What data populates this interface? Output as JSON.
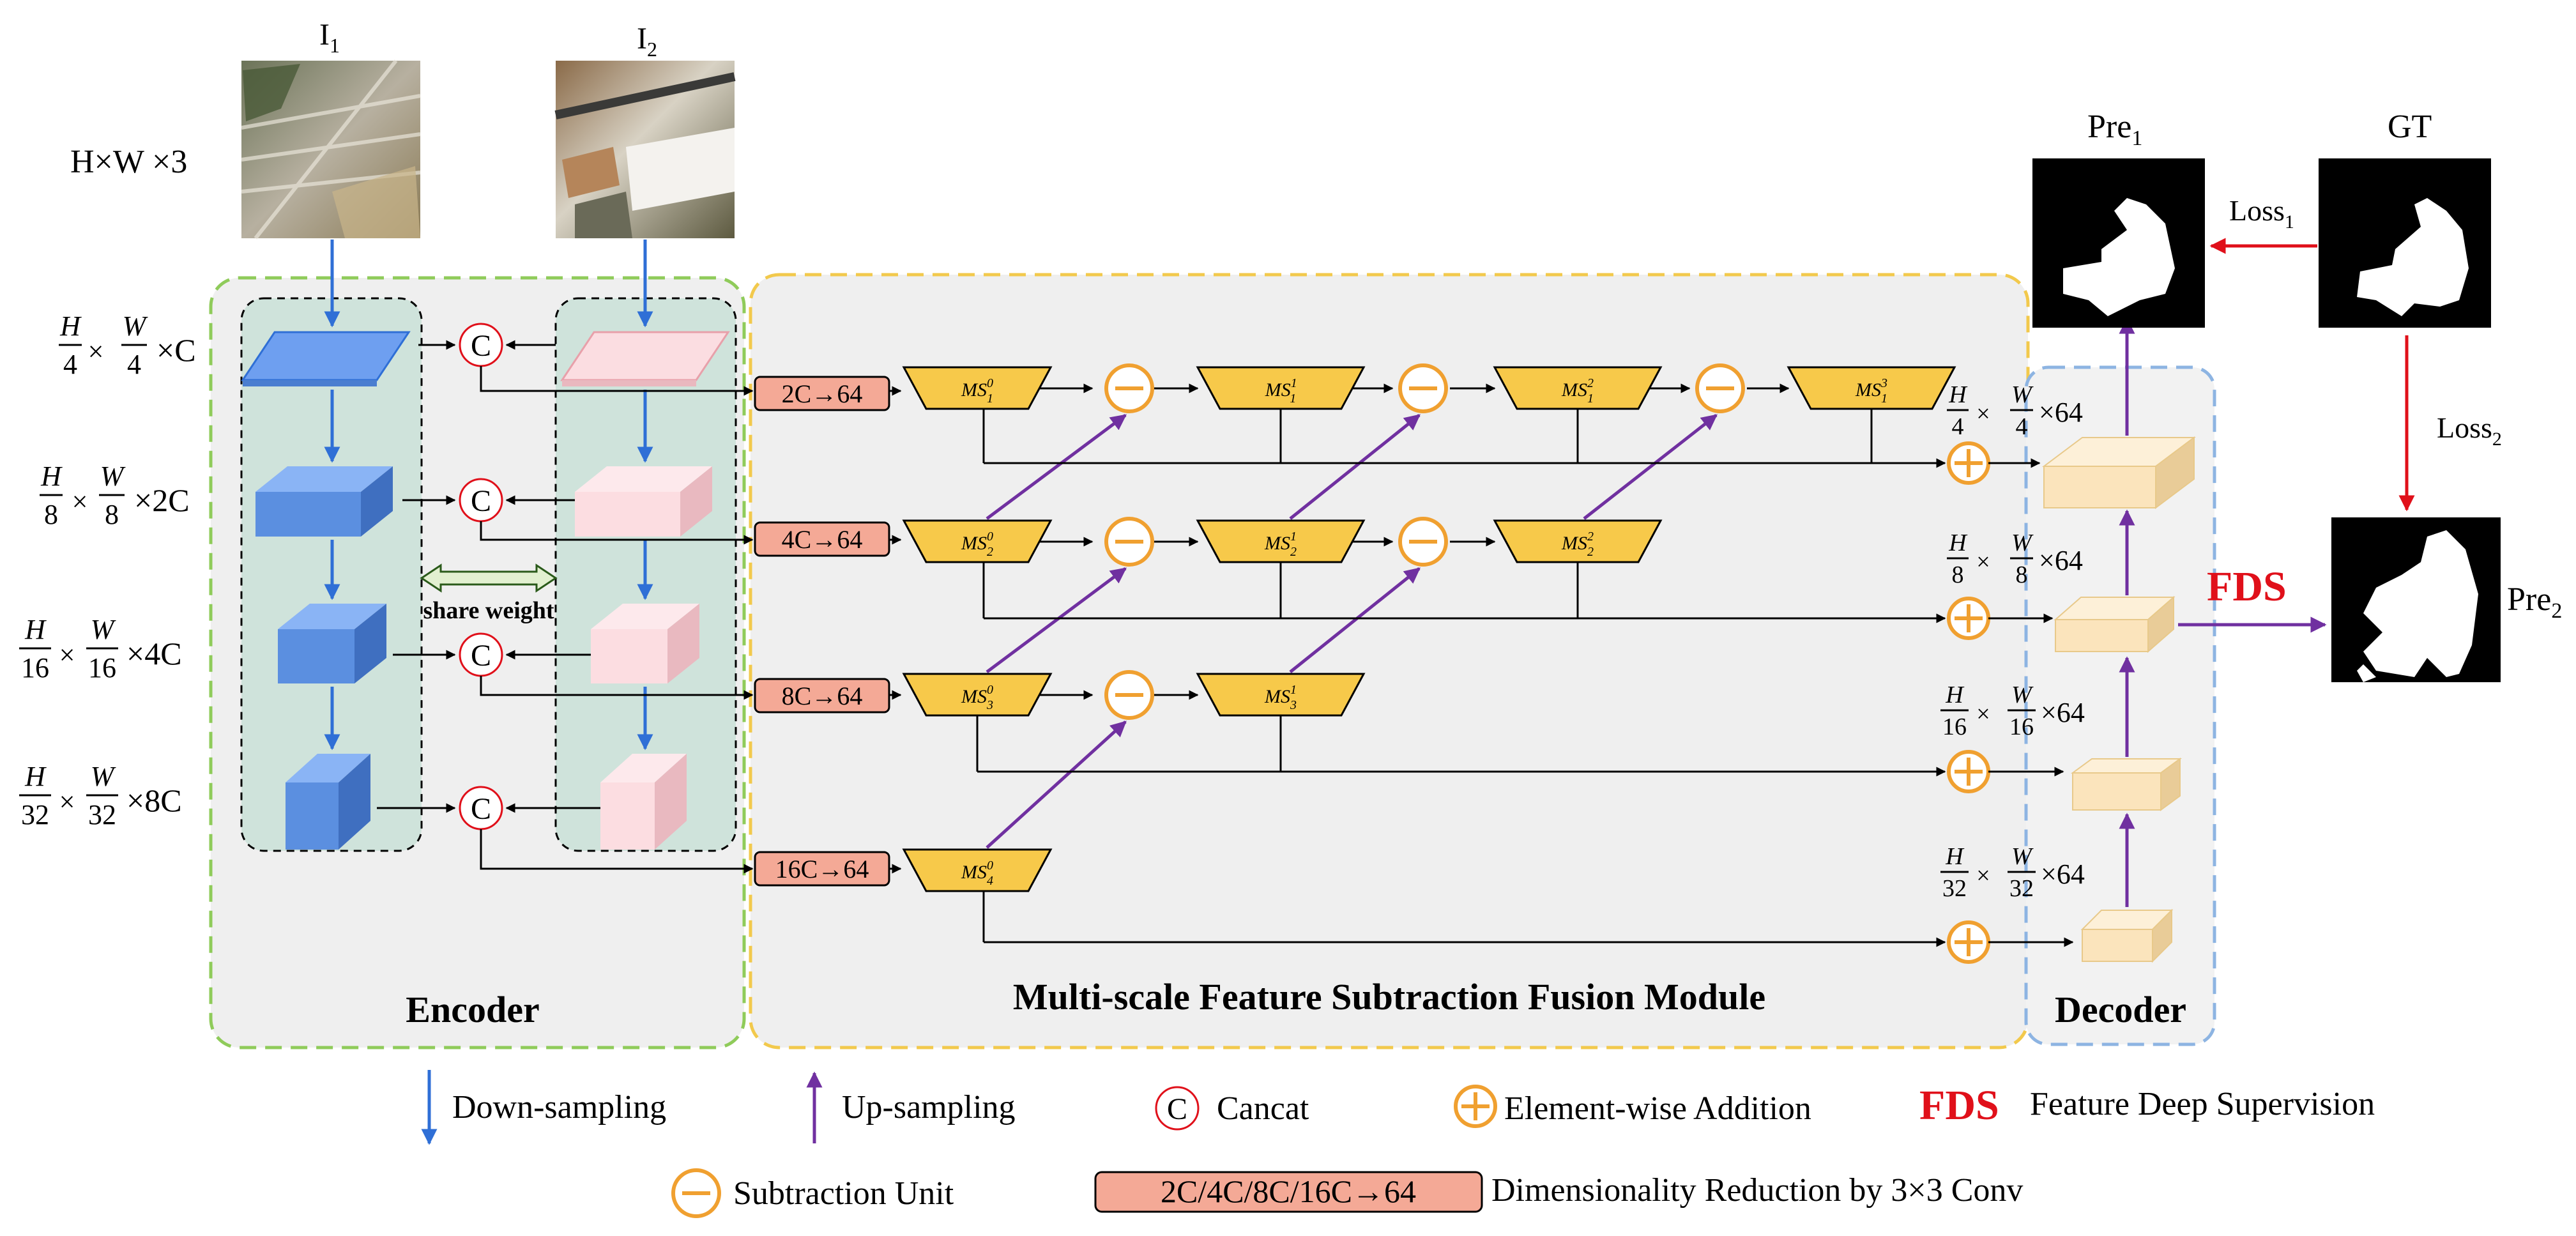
{
  "inputs": {
    "i1": {
      "base": "I",
      "sub": "1"
    },
    "i2": {
      "base": "I",
      "sub": "2"
    },
    "input_shape": "H×W ×3"
  },
  "scales": [
    {
      "num": "H",
      "den": "4",
      "num2": "W",
      "den2": "4",
      "suffix": "×C"
    },
    {
      "num": "H",
      "den": "8",
      "num2": "W",
      "den2": "8",
      "suffix": "×2C"
    },
    {
      "num": "H",
      "den": "16",
      "num2": "W",
      "den2": "16",
      "suffix": "×4C"
    },
    {
      "num": "H",
      "den": "32",
      "num2": "W",
      "den2": "32",
      "suffix": "×8C"
    }
  ],
  "decoder_scales": [
    {
      "num": "H",
      "den": "4",
      "num2": "W",
      "den2": "4",
      "suffix": "×64"
    },
    {
      "num": "H",
      "den": "8",
      "num2": "W",
      "den2": "8",
      "suffix": "×64"
    },
    {
      "num": "H",
      "den": "16",
      "num2": "W",
      "den2": "16",
      "suffix": "×64"
    },
    {
      "num": "H",
      "den": "32",
      "num2": "W",
      "den2": "32",
      "suffix": "×64"
    }
  ],
  "symbols": {
    "times": "×",
    "concat": "C"
  },
  "share_weight": "share weight",
  "reduce_labels": [
    "2C→64",
    "4C→64",
    "8C→64",
    "16C→64"
  ],
  "ms_units": [
    {
      "base": "MS",
      "sub": "1",
      "sup": "0"
    },
    {
      "base": "MS",
      "sub": "1",
      "sup": "1"
    },
    {
      "base": "MS",
      "sub": "1",
      "sup": "2"
    },
    {
      "base": "MS",
      "sub": "1",
      "sup": "3"
    },
    {
      "base": "MS",
      "sub": "2",
      "sup": "0"
    },
    {
      "base": "MS",
      "sub": "2",
      "sup": "1"
    },
    {
      "base": "MS",
      "sub": "2",
      "sup": "2"
    },
    {
      "base": "MS",
      "sub": "3",
      "sup": "0"
    },
    {
      "base": "MS",
      "sub": "3",
      "sup": "1"
    },
    {
      "base": "MS",
      "sub": "4",
      "sup": "0"
    }
  ],
  "modules": {
    "encoder": "Encoder",
    "msfsf": "Multi-scale Feature Subtraction Fusion Module",
    "decoder": "Decoder"
  },
  "outputs": {
    "pre1": {
      "base": "Pre",
      "sub": "1"
    },
    "gt": "GT",
    "loss1": {
      "base": "Loss",
      "sub": "1"
    },
    "loss2": {
      "base": "Loss",
      "sub": "2"
    },
    "pre2": {
      "base": "Pre",
      "sub": "2"
    },
    "fds": "FDS"
  },
  "legend": {
    "down": "Down-sampling",
    "up": "Up-sampling",
    "concat_symbol": "C",
    "concat": "Cancat",
    "add": "Element-wise Addition",
    "fds_symbol": "FDS",
    "fds": "Feature Deep Supervision",
    "sub": "Subtraction Unit",
    "reduce_box": "2C/4C/8C/16C→64",
    "reduce": "Dimensionality Reduction by 3×3 Conv"
  },
  "colors": {
    "encoder_border": "#8fcb5a",
    "msfsf_border": "#f2c94c",
    "decoder_border": "#8db4e2",
    "blue_feature": "#5b8fe0",
    "pink_feature": "#f9d5da",
    "ms_fill": "#f7c94a",
    "reduce_fill": "#f4a996",
    "orange": "#f0a030",
    "purple": "#7030a0",
    "red": "#e0101a",
    "decoder_feature": "#fbe4bc"
  }
}
